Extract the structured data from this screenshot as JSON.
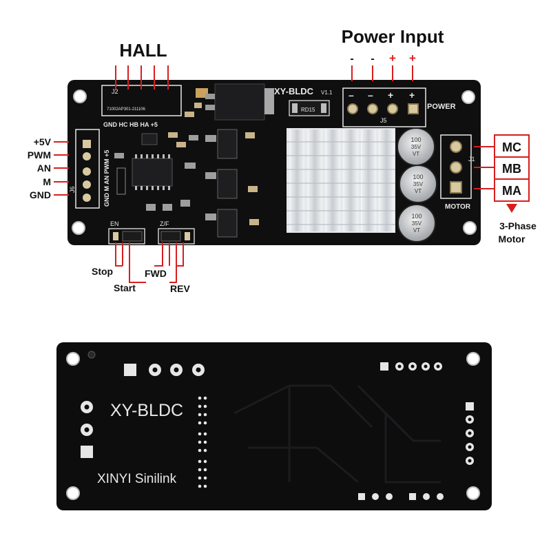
{
  "colors": {
    "board": "#0f0f10",
    "silk": "#e8e8e8",
    "callout": "#d81d1d",
    "heatsink": "#d9dde2"
  },
  "top_labels": {
    "hall": "HALL",
    "power_input": "Power Input",
    "power_signs": [
      "-",
      "-",
      "+",
      "+"
    ],
    "left_pins": [
      "+5V",
      "PWM",
      "AN",
      "M",
      "GND"
    ],
    "motor_phases": [
      "MC",
      "MB",
      "MA"
    ],
    "motor_caption_line1": "3-Phase",
    "motor_caption_line2": "Motor",
    "jumper_labels": [
      "Stop",
      "Start",
      "FWD",
      "REV"
    ]
  },
  "silkscreen": {
    "model": "XY-BLDC",
    "version": "V1.1",
    "j2": "J2",
    "j2_part": "71002AP301-211106",
    "hall_pins": "GND HC  HB HA +5",
    "j5": "J5",
    "power": "POWER",
    "j1": "J1",
    "motor": "MOTOR",
    "j6": "J6",
    "j6_pins": "GND M  AN PWM +5",
    "en": "EN",
    "zf": "Z/F",
    "rd": "RD15",
    "cap": [
      "100",
      "35V",
      "VT"
    ]
  },
  "bottom_board": {
    "model": "XY-BLDC",
    "brand": "XINYI Sinilink"
  }
}
